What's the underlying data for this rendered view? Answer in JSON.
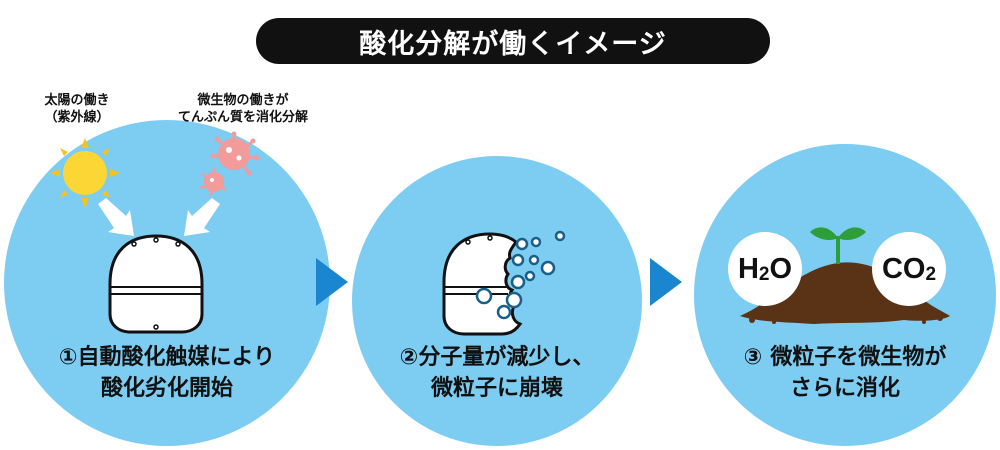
{
  "title": "酸化分解が働くイメージ",
  "sun_label": [
    "太陽の働き",
    "（紫外線）"
  ],
  "microbe_label": [
    "微生物の働きが",
    "てんぷん質を消化分解"
  ],
  "steps": [
    {
      "number": "①",
      "lines": [
        "自動酸化触媒により",
        "酸化劣化開始"
      ]
    },
    {
      "number": "②",
      "lines": [
        "分子量が減少し、",
        "微粒子に崩壊"
      ]
    },
    {
      "number": "③",
      "lines": [
        "微粒子を微生物が",
        "さらに消化"
      ]
    }
  ],
  "bubbles": {
    "left": {
      "main": "H",
      "sub": "2",
      "end": "O"
    },
    "right": {
      "main": "CO",
      "sub": "2"
    }
  },
  "colors": {
    "circle": "#7dccf2",
    "arrow": "#1a86cf",
    "sun": "#fcd634",
    "sun_rays": "#f7c21a",
    "microbe": "#f39a9a",
    "soil": "#5a3215",
    "sprout": "#2e9e3a"
  }
}
